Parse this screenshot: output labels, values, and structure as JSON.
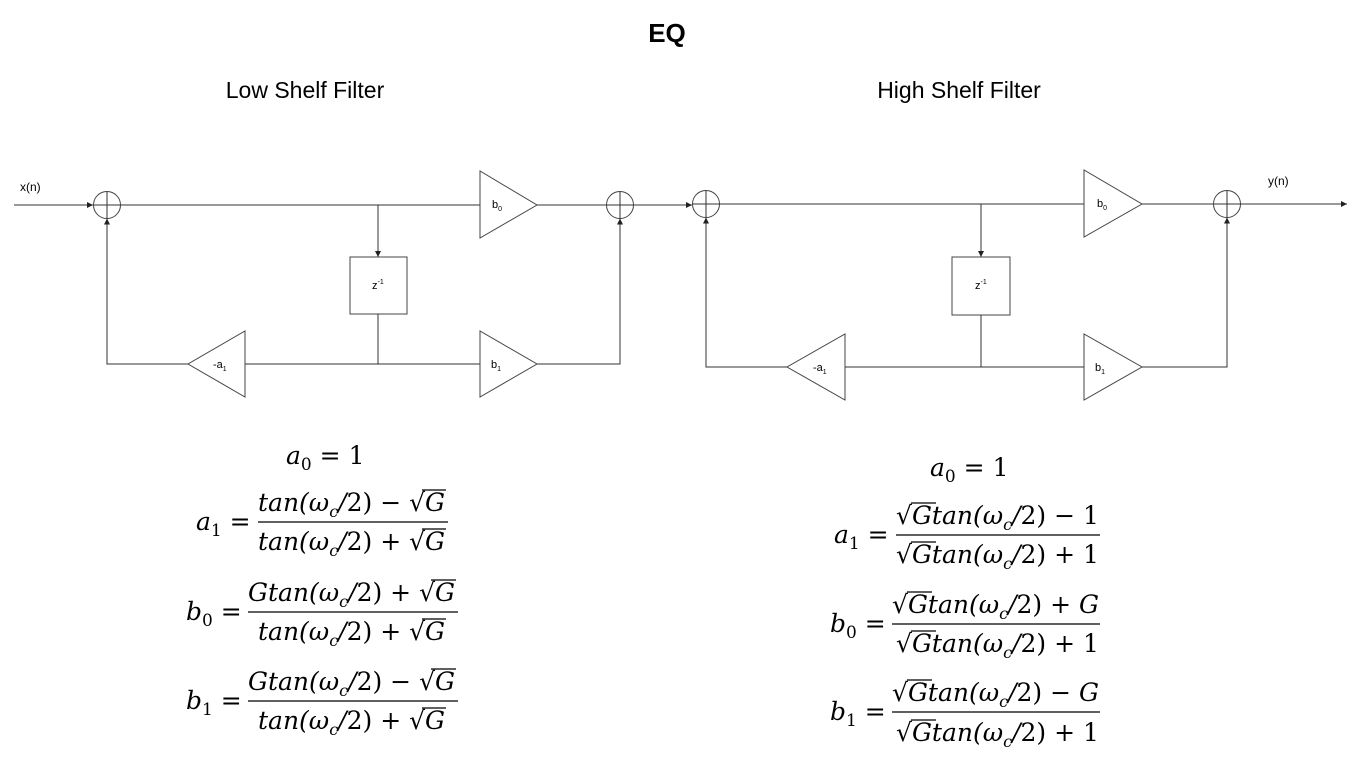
{
  "title": "EQ",
  "low_shelf": {
    "heading": "Low Shelf Filter",
    "input_label": "x(n)",
    "b0": "b",
    "b0_sub": "0",
    "b1": "b",
    "b1_sub": "1",
    "neg_a1": "-a",
    "neg_a1_sub": "1",
    "delay": "z",
    "delay_sup": "-1",
    "eq_a0": "a₀ = 1",
    "eq_a1": "a₁ = (tan(ωc/2) − √G) / (tan(ωc/2) + √G)",
    "eq_b0": "b₀ = (Gtan(ωc/2) + √G) / (tan(ωc/2) + √G)",
    "eq_b1": "b₁ = (Gtan(ωc/2) − √G) / (tan(ωc/2) + √G)"
  },
  "high_shelf": {
    "heading": "High Shelf Filter",
    "output_label": "y(n)",
    "b0": "b",
    "b0_sub": "0",
    "b1": "b",
    "b1_sub": "1",
    "neg_a1": "-a",
    "neg_a1_sub": "1",
    "delay": "z",
    "delay_sup": "-1",
    "eq_a0": "a₀ = 1",
    "eq_a1": "a₁ = (√Gtan(ωc/2) − 1) / (√Gtan(ωc/2) + 1)",
    "eq_b0": "b₀ = (√Gtan(ωc/2) + G) / (√Gtan(ωc/2) + 1)",
    "eq_b1": "b₁ = (√Gtan(ωc/2) − G) / (√Gtan(ωc/2) + 1)"
  }
}
